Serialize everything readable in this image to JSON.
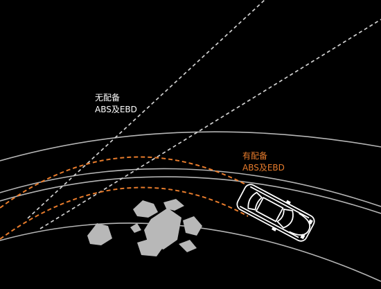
{
  "labels": {
    "without": {
      "line1": "无配备",
      "line2": "ABS及EBD"
    },
    "with": {
      "line1": "有配备",
      "line2": "ABS及EBD"
    }
  },
  "colors": {
    "background": "#000000",
    "road_edge": "#b5b5b5",
    "without_path": "#d2d2d2",
    "with_path": "#e87c2c",
    "rocks": "#b8b8b8",
    "car": "#ffffff"
  },
  "icons": [
    "car-icon",
    "rocks-icon"
  ]
}
